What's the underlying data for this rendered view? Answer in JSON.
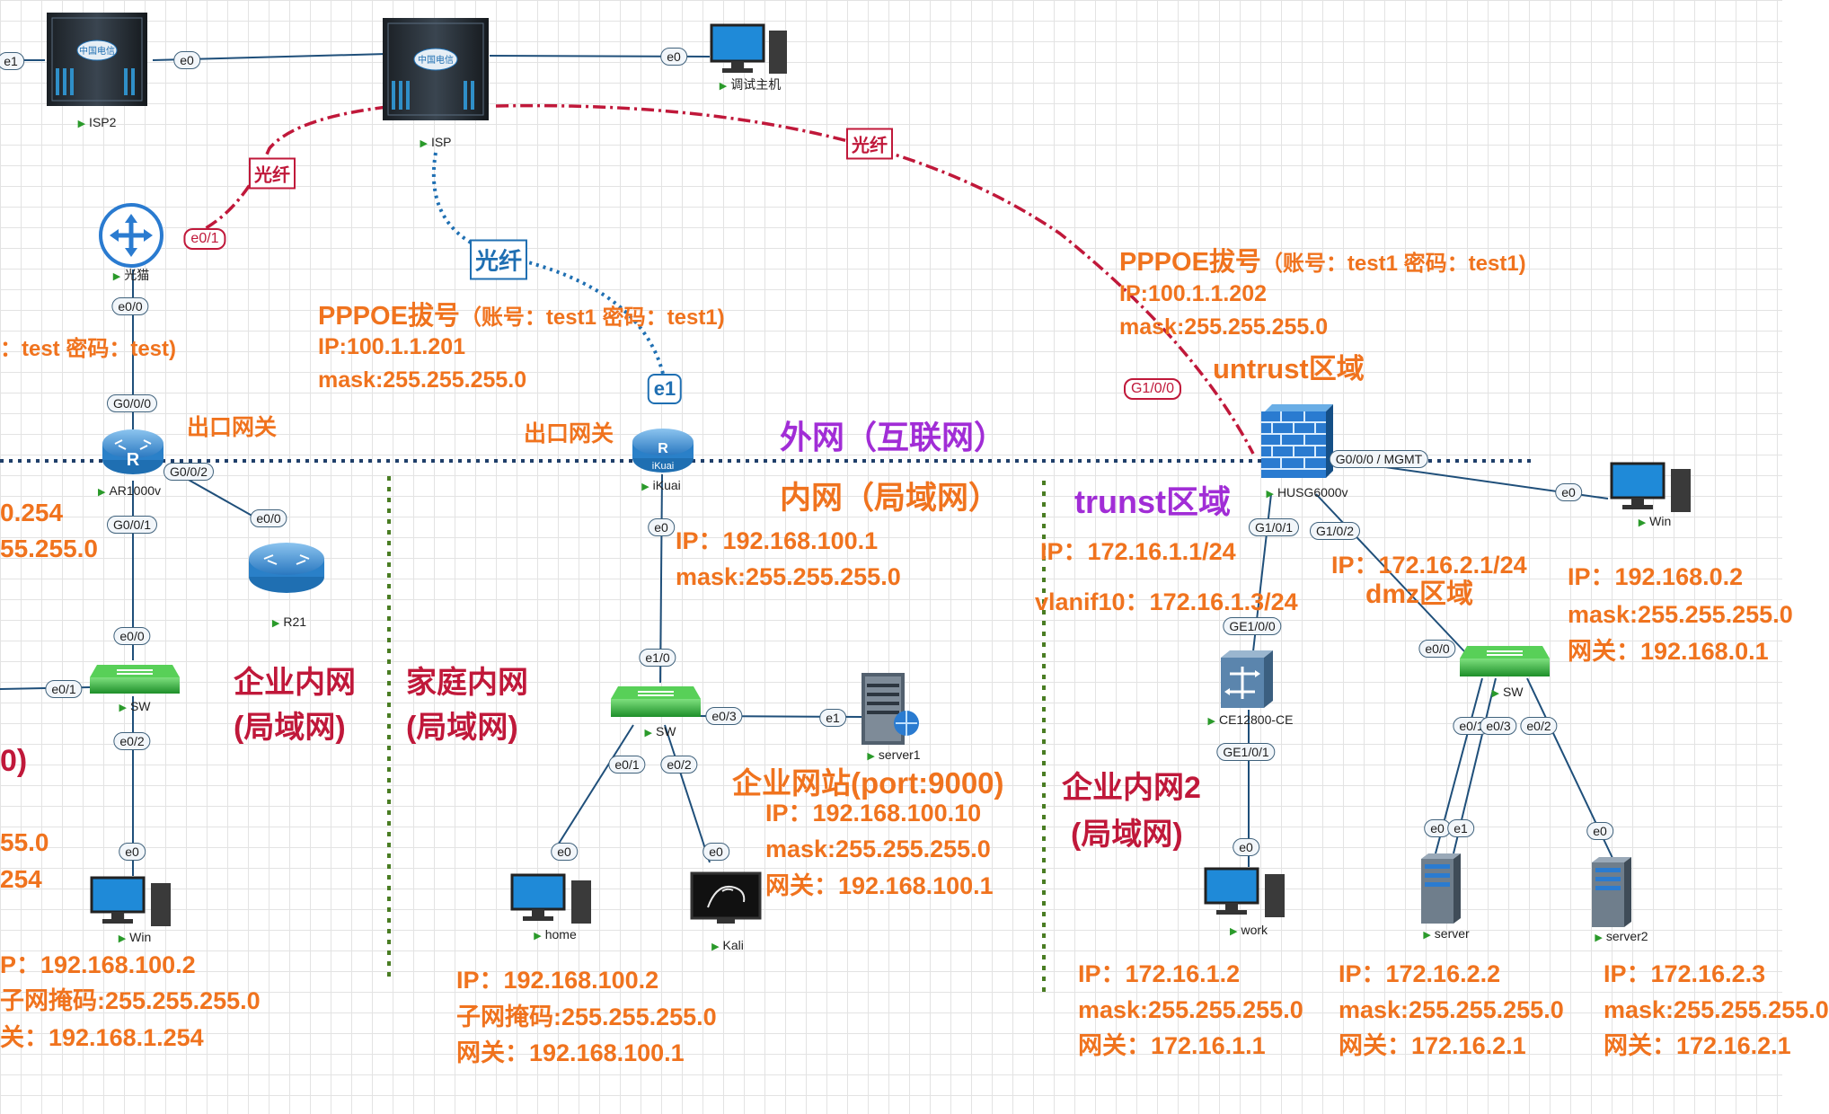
{
  "nodes": {
    "isp2": "ISP2",
    "isp": "ISP",
    "debug_host": "调试主机",
    "modem": "光猫",
    "ar1000v": "AR1000v",
    "r21": "R21",
    "sw_left": "SW",
    "win_left": "Win",
    "ikuai": "iKuai",
    "sw_mid": "SW",
    "server1": "server1",
    "home": "home",
    "kali": "Kali",
    "husg": "HUSG6000v",
    "win_right": "Win",
    "ce": "CE12800-CE",
    "work": "work",
    "sw_right": "SW",
    "server": "server",
    "server2": "server2",
    "ikuai_logo_text": "iKuai"
  },
  "ports": {
    "isp2_e1": "e1",
    "isp2_e0": "e0",
    "host_e0": "e0",
    "modem_e01": "e0/1",
    "modem_e00": "e0/0",
    "ar_g000": "G0/0/0",
    "ar_g002": "G0/0/2",
    "r21_e00": "e0/0",
    "ar_g001": "G0/0/1",
    "swl_e00": "e0/0",
    "swl_e01": "e0/1",
    "swl_e02": "e0/2",
    "winl_e0": "e0",
    "ikuai_e1": "e1",
    "ikuai_e0": "e0",
    "swm_e10": "e1/0",
    "swm_e03": "e0/3",
    "server1_e1": "e1",
    "swm_e01": "e0/1",
    "swm_e02": "e0/2",
    "home_e0": "e0",
    "kali_e0": "e0",
    "fw_g100": "G1/0/0",
    "fw_mgmt": "G0/0/0 / MGMT",
    "winr_e0": "e0",
    "fw_g101": "G1/0/1",
    "fw_g102": "G1/0/2",
    "ce_ge100": "GE1/0/0",
    "ce_ge101": "GE1/0/1",
    "work_e0": "e0",
    "swr_e00": "e0/0",
    "swr_e01": "e0/1",
    "swr_e03": "e0/3",
    "swr_e02": "e0/2",
    "server_e0": "e0",
    "server_e1": "e1",
    "server2_e0": "e0"
  },
  "fiber_tags": {
    "left": "光纤",
    "mid": "光纤",
    "right": "光纤"
  },
  "texts": {
    "left_pppoe_partial": "：test 密码：test)",
    "left_gateway": "出口网关",
    "mid_pppoe_title": "PPPOE拔号",
    "mid_pppoe_account": "（账号：test1 密码：test1)",
    "mid_ip": "IP:100.1.1.201",
    "mid_mask": "mask:255.255.255.0",
    "mid_gateway": "出口网关",
    "wan_label": "外网（互联网）",
    "lan_label": "内网（局域网）",
    "right_pppoe_title": "PPPOE拔号",
    "right_pppoe_account": "（账号：test1 密码：test1)",
    "right_ip": "IP:100.1.1.202",
    "right_mask": "mask:255.255.255.0",
    "untrust": "untrust区域",
    "trust": "trunst区域",
    "dmz": "dmz区域",
    "trust_ip": "IP：172.16.1.1/24",
    "vlanif": "vlanif10：172.16.1.3/24",
    "dmz_ip": "IP：172.16.2.1/24",
    "left_partial_1": "0.254",
    "left_partial_2": "55.255.0",
    "left_partial_3": "0)",
    "left_partial_4": "55.0",
    "left_partial_5": "254",
    "corp_lan_1": "企业内网",
    "corp_lan_2": "(局域网)",
    "home_lan_1": "家庭内网",
    "home_lan_2": "(局域网)",
    "ikuai_ip": "IP：192.168.100.1",
    "ikuai_mask": "mask:255.255.255.0",
    "website_title": "企业网站(port:9000)",
    "website_ip": "IP：192.168.100.10",
    "website_mask": "mask:255.255.255.0",
    "website_gw": "网关：192.168.100.1",
    "winl_ip": "P：192.168.100.2",
    "winl_mask": "子网掩码:255.255.255.0",
    "winl_gw": "关：192.168.1.254",
    "home_ip": "IP：192.168.100.2",
    "home_mask": "子网掩码:255.255.255.0",
    "home_gw": "网关：192.168.100.1",
    "corp2_1": "企业内网2",
    "corp2_2": "(局域网)",
    "work_ip": "IP：172.16.1.2",
    "work_mask": "mask:255.255.255.0",
    "work_gw": "网关：172.16.1.1",
    "server_ip": "IP：172.16.2.2",
    "server_mask": "mask:255.255.255.0",
    "server_gw": "网关：172.16.2.1",
    "server2_ip": "IP：172.16.2.3",
    "server2_mask": "mask:255.255.255.0",
    "server2_gw": "网关：172.16.2.1",
    "winr_ip": "IP：192.168.0.2",
    "winr_mask": "mask:255.255.255.0",
    "winr_gw": "网关：192.168.0.1"
  },
  "colors": {
    "fiber_red": "#c0183a",
    "fiber_blue": "#1f6fb2",
    "label_orange": "#f0731e",
    "zone_purple": "#a12dd6",
    "link": "#1f4f7a",
    "divider_green": "#4a7d23"
  }
}
